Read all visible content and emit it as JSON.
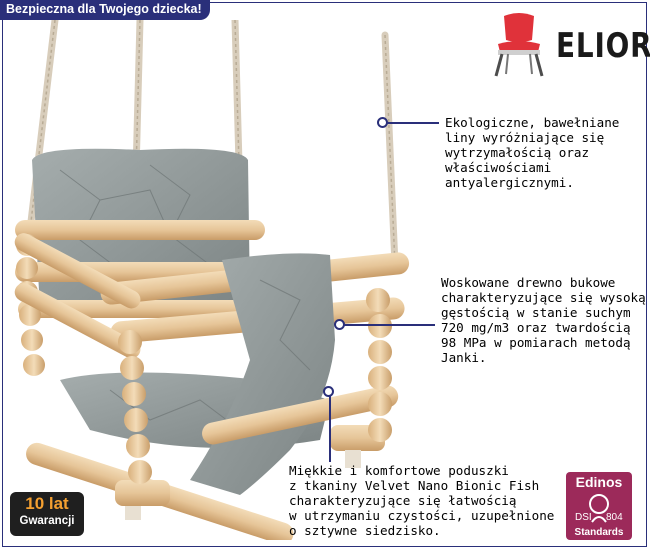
{
  "header": {
    "tagline": "Bezpieczna dla Twojego dziecka!"
  },
  "brand": {
    "name": "ELIOR",
    "accent": "#e0323a"
  },
  "product": {
    "description_image": "baby-swing"
  },
  "callouts": [
    {
      "text": "Ekologiczne, bawełniane\nliny wyróżniające się\nwytrzymałością oraz\nwłaściwościami\nantyalergicznymi."
    },
    {
      "text": "Woskowane drewno bukowe\ncharakteryzujące się wysoką\ngęstością w stanie suchym\n720 mg/m3 oraz twardością\n98 MPa w pomiarach metodą\nJanki."
    },
    {
      "text": "Miękkie i komfortowe poduszki\nz tkaniny Velvet Nano Bionic Fish\ncharakteryzujące się łatwością\nw utrzymaniu czystości, uzupełnione\no sztywne siedzisko."
    }
  ],
  "badges": {
    "warranty": {
      "big": "10 lat",
      "small": "Gwarancji"
    },
    "edinos": {
      "name": "Edinos",
      "dsi": "DSI",
      "num": "804",
      "standards": "Standards"
    }
  },
  "colors": {
    "navy": "#2a2f7a",
    "wood": "#e7c9a0",
    "fabric": "#8e9696",
    "rope": "#efe8dc",
    "edinos": "#9c2a5a"
  }
}
